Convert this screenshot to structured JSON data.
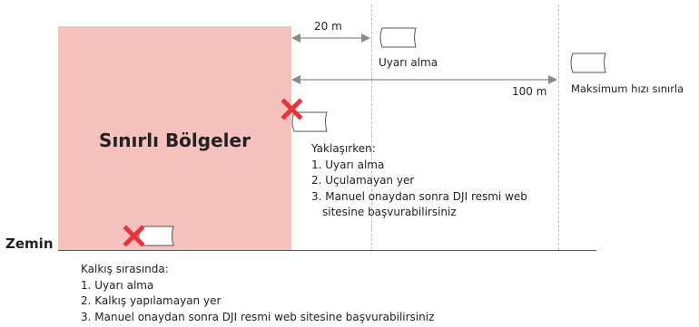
{
  "zone": {
    "title": "Sınırlı Bölgeler",
    "color": "#f4c1bc"
  },
  "ground": {
    "label": "Zemin"
  },
  "distances": {
    "warning_distance": "20 m",
    "limit_distance": "100 m"
  },
  "labels": {
    "warning": "Uyarı alma",
    "max_speed": "Maksimum hızı sınırla"
  },
  "approach": {
    "heading": "Yaklaşırken:",
    "items": [
      "1. Uyarı alma",
      "2. Uçulamayan yer",
      "3. Manuel onaydan sonra DJI resmi web",
      "sitesine başvurabilirsiniz"
    ]
  },
  "takeoff": {
    "heading": "Kalkış sırasında:",
    "items": [
      "1. Uyarı alma",
      "2. Kalkış yapılamayan yer",
      "3. Manuel onaydan sonra DJI resmi web sitesine başvurabilirsiniz"
    ]
  },
  "icons": {
    "no_fly_marker": "red-x-icon",
    "aircraft": "aircraft-flag-icon"
  },
  "colors": {
    "zone_fill": "#f4c1bc",
    "marker_red": "#e8333a",
    "arrow_gray": "#8a8a8a"
  }
}
